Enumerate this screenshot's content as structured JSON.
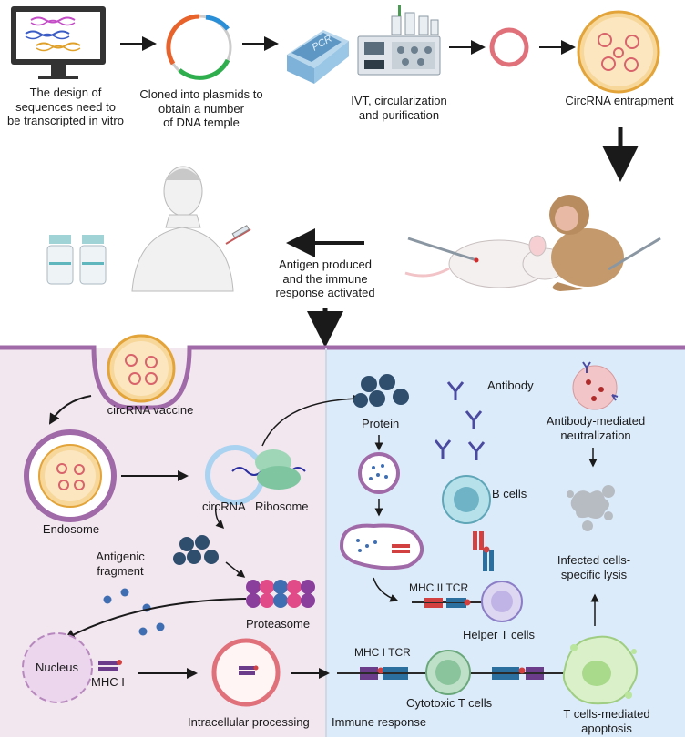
{
  "top_row": {
    "step1": "The design of\nsequences need to\nbe transcripted in vitro",
    "step2": "Cloned into plasmids to\nobtain a number\nof DNA temple",
    "pcr_label": "PCR",
    "step3": "IVT, circularization\nand purification",
    "step4": "CircRNA entrapment"
  },
  "middle_row": {
    "antigen_text": "Antigen produced\nand the immune\nresponse activated"
  },
  "left_panel": {
    "vaccine": "circRNA vaccine",
    "endosome": "Endosome",
    "circrna": "circRNA",
    "ribosome": "Ribosome",
    "antigenic_fragment": "Antigenic\nfragment",
    "proteasome": "Proteasome",
    "nucleus": "Nucleus",
    "mhc1": "MHC I",
    "intracellular": "Intracellular processing"
  },
  "right_panel": {
    "protein": "Protein",
    "antibody": "Antibody",
    "neutralization": "Antibody-mediated\nneutralization",
    "b_cells": "B cells",
    "infected_lysis": "Infected cells-\nspecific lysis",
    "mhc2_tcr": "MHC II TCR",
    "helper": "Helper T cells",
    "mhc1_tcr": "MHC I TCR",
    "cytotoxic": "Cytotoxic T cells",
    "immune_response": "Immune response",
    "apoptosis": "T cells-mediated\napoptosis"
  },
  "colors": {
    "left_panel_bg": "#f2e6ef",
    "right_panel_bg": "#dcebfa",
    "membrane": "#a06aa8",
    "protein": "#2f4e6e",
    "tcr": "#2a6f9e",
    "mhc": "#d2413f"
  }
}
